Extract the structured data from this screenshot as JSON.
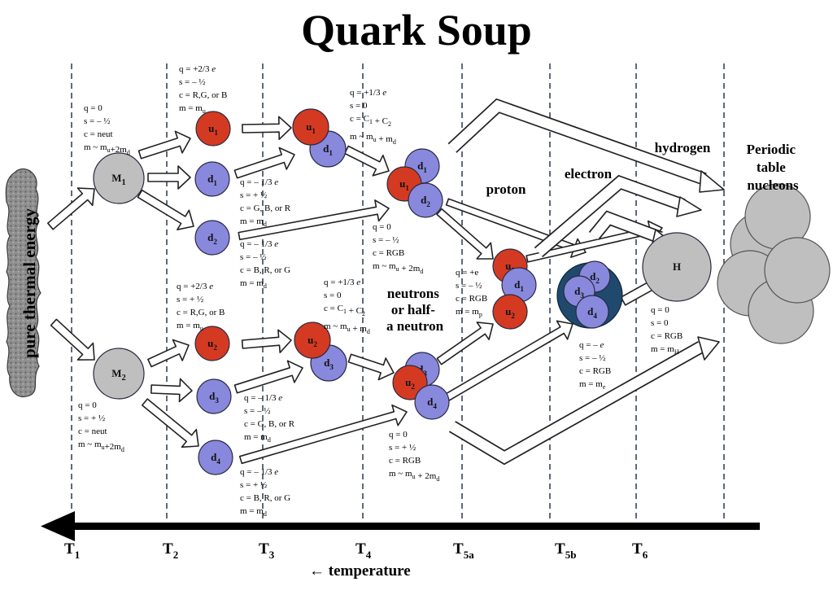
{
  "title": "Quark Soup",
  "source_label": "pure thermal energy",
  "axis_label": "← temperature",
  "colors": {
    "red": "#d43a22",
    "blue": "#8888dd",
    "gray": "#bfbfbf",
    "navy": "#1f4a6e"
  },
  "time_labels": [
    {
      "main": "T",
      "sub": "1"
    },
    {
      "main": "T",
      "sub": "2"
    },
    {
      "main": "T",
      "sub": "3"
    },
    {
      "main": "T",
      "sub": "4"
    },
    {
      "main": "T",
      "sub": "5a"
    },
    {
      "main": "T",
      "sub": "5b"
    },
    {
      "main": "T",
      "sub": "6"
    }
  ],
  "particles": {
    "M1": {
      "base": "M",
      "sub": "1"
    },
    "M2": {
      "base": "M",
      "sub": "2"
    },
    "u1": {
      "base": "u",
      "sub": "1"
    },
    "u2": {
      "base": "u",
      "sub": "2"
    },
    "d1": {
      "base": "d",
      "sub": "1"
    },
    "d2": {
      "base": "d",
      "sub": "2"
    },
    "d3": {
      "base": "d",
      "sub": "3"
    },
    "d4": {
      "base": "d",
      "sub": "4"
    },
    "H": {
      "base": "H",
      "sub": ""
    }
  },
  "stage_labels": {
    "neutrons": [
      "neutrons",
      "or half-",
      "a neutron"
    ],
    "proton": "proton",
    "electron": "electron",
    "hydrogen": "hydrogen",
    "periodic": [
      "Periodic",
      "table",
      "nucleons"
    ]
  },
  "annotations": {
    "M1": [
      "q = 0",
      "s = – ½",
      "c = neut",
      "m ~ mu+2md"
    ],
    "M2": [
      "q = 0",
      "s = + ½",
      "c = neut",
      "m ~ mu+2md"
    ],
    "u1": [
      "q = +2/3 e",
      "s = – ½",
      "c = R,G, or B",
      "m = mu"
    ],
    "d1": [
      "q = – 1/3 e",
      "s = + ½",
      "c = G, B, or R",
      "m = md"
    ],
    "d2": [
      "q = – 1/3 e",
      "s = – ½",
      "c = B, R, or G",
      "m = md"
    ],
    "u2": [
      "q = +2/3 e",
      "s = + ½",
      "c = R,G, or B",
      "m = mu"
    ],
    "d3": [
      "q = – 1/3 e",
      "s = – ½",
      "c = G, B, or R",
      "m = md"
    ],
    "d4": [
      "q = – 1/3 e",
      "s = + ½",
      "c = B, R, or G",
      "m = md"
    ],
    "pair_top": [
      "q = +1/3 e",
      "s = 0",
      "c = C1 + C2",
      "m ~ mu + md"
    ],
    "pair_bot": [
      "q = +1/3 e",
      "s = 0",
      "c = C1 + C2",
      "m ~ mu + md"
    ],
    "trio_top": [
      "q = 0",
      "s = – ½",
      "c = RGB",
      "m ~ mu + 2md"
    ],
    "trio_bot": [
      "q = 0",
      "s = + ½",
      "c = RGB",
      "m ~ mu + 2md"
    ],
    "proton": [
      "q = +e",
      "s = – ½",
      "c = RGB",
      "m = mp"
    ],
    "electron": [
      "q = – e",
      "s = – ½",
      "c = RGB",
      "m = me"
    ],
    "hydrogen": [
      "q = 0",
      "s = 0",
      "c = RGB",
      "m = mH"
    ]
  }
}
